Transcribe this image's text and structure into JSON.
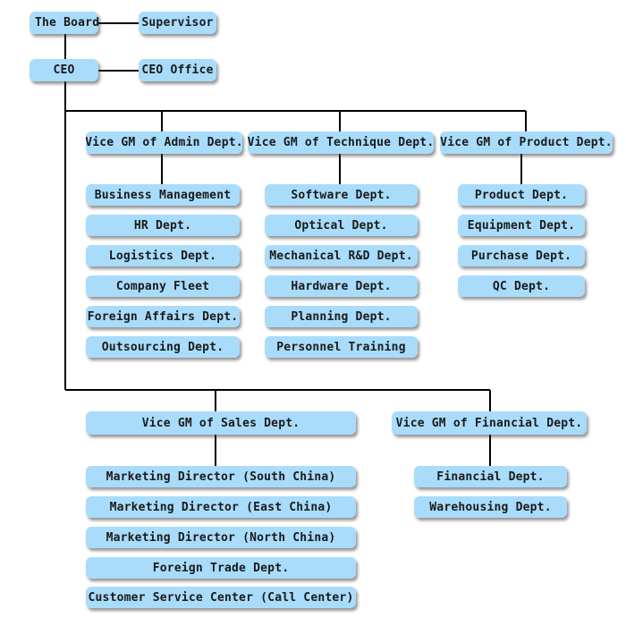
{
  "colors": {
    "box_fill": "#a9dcfb",
    "connector": "#000000",
    "text": "#1a1a1a"
  },
  "chart": {
    "board": "The Board",
    "supervisor": "Supervisor",
    "ceo": "CEO",
    "ceo_office": "CEO Office",
    "vice_gms": [
      {
        "title": "Vice GM of Admin Dept.",
        "depts": [
          "Business Management",
          "HR Dept.",
          "Logistics Dept.",
          "Company Fleet",
          "Foreign Affairs Dept.",
          "Outsourcing Dept."
        ]
      },
      {
        "title": "Vice GM of Technique Dept.",
        "depts": [
          "Software Dept.",
          "Optical Dept.",
          "Mechanical R&D Dept.",
          "Hardware Dept.",
          "Planning Dept.",
          "Personnel Training"
        ]
      },
      {
        "title": "Vice GM of Product Dept.",
        "depts": [
          "Product Dept.",
          "Equipment Dept.",
          "Purchase Dept.",
          "QC Dept."
        ]
      },
      {
        "title": "Vice GM of Sales Dept.",
        "depts": [
          "Marketing Director (South China)",
          "Marketing Director (East China)",
          "Marketing Director (North China)",
          "Foreign Trade Dept.",
          "Customer Service Center (Call Center)"
        ]
      },
      {
        "title": "Vice GM of Financial Dept.",
        "depts": [
          "Financial Dept.",
          "Warehousing Dept."
        ]
      }
    ]
  }
}
